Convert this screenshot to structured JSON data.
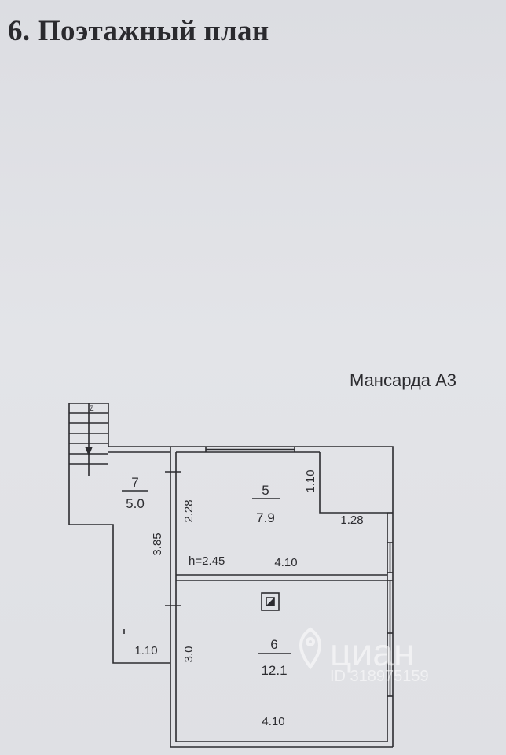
{
  "title": "6. Поэтажный план",
  "floor_label": "Мансарда А3",
  "rooms": [
    {
      "number": "7",
      "area": "5.0"
    },
    {
      "number": "5",
      "area": "7.9"
    },
    {
      "number": "6",
      "area": "12.1"
    }
  ],
  "dimensions": {
    "height_label": "h=2.45",
    "room5_width": "4.10",
    "room6_width": "4.10",
    "room5_depth": "2.28",
    "corridor_depth": "3.85",
    "room6_depth": "3.0",
    "corridor_width": "1.10",
    "niche_depth": "1.10",
    "niche_width": "1.28"
  },
  "watermark": {
    "brand": "циан",
    "id_text": "ID 318975159"
  },
  "colors": {
    "ink": "#2c2c30",
    "paper": "#e1e2e6"
  }
}
